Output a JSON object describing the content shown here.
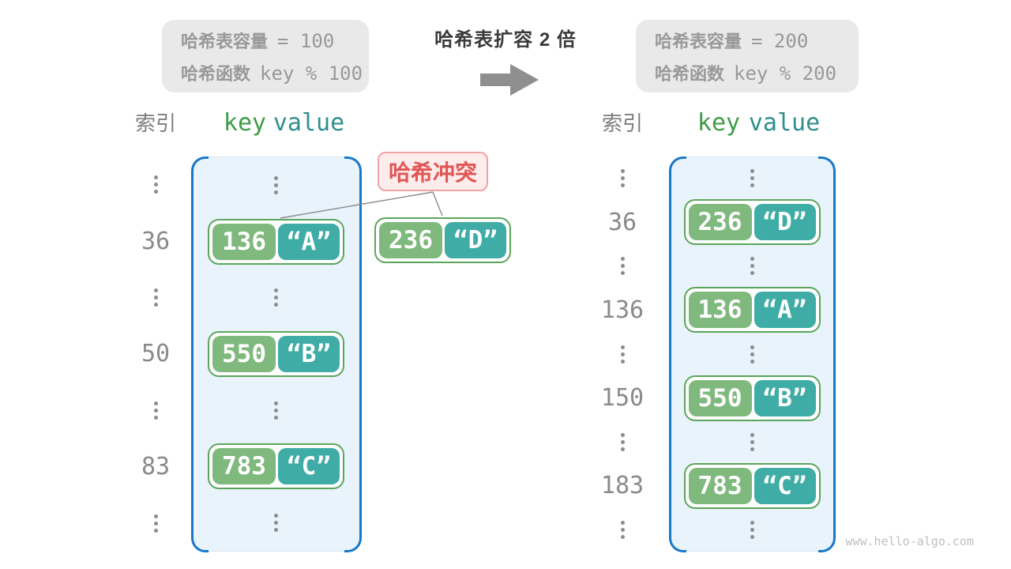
{
  "watermark": "www.hello-algo.com",
  "transition": {
    "title": "哈希表扩容 2 倍"
  },
  "info_before": {
    "capacity_label": "哈希表容量",
    "capacity_value": "= 100",
    "hash_label": "哈希函数",
    "hash_value": "key % 100"
  },
  "info_after": {
    "capacity_label": "哈希表容量",
    "capacity_value": "= 200",
    "hash_label": "哈希函数",
    "hash_value": "key % 200"
  },
  "collision": {
    "label": "哈希冲突"
  },
  "floating_pair": {
    "key": "236",
    "value": "“D”"
  },
  "left_column": {
    "header_index": "索引",
    "header_key": "key",
    "header_value": "value",
    "entries": [
      {
        "index": "36",
        "key": "136",
        "value": "“A”"
      },
      {
        "index": "50",
        "key": "550",
        "value": "“B”"
      },
      {
        "index": "83",
        "key": "783",
        "value": "“C”"
      }
    ]
  },
  "right_column": {
    "header_index": "索引",
    "header_key": "key",
    "header_value": "value",
    "entries": [
      {
        "index": "36",
        "key": "236",
        "value": "“D”"
      },
      {
        "index": "136",
        "key": "136",
        "value": "“A”"
      },
      {
        "index": "150",
        "key": "550",
        "value": "“B”"
      },
      {
        "index": "183",
        "key": "783",
        "value": "“C”"
      }
    ]
  },
  "colors": {
    "green": "#7fb97d",
    "teal": "#3faca6",
    "pair-border": "#5ba55b",
    "blue": "#1878c8",
    "cont-fill": "#e9f3fb",
    "cont-edge": "#d9e7f3",
    "graybox": "#e9e9e9",
    "gray-text": "#999999",
    "index-gray": "#8a8a8a",
    "red": "#e25555",
    "pink-fill": "#fdecec",
    "pink-border": "#f0a3a3",
    "title": "#3a3a3a",
    "arrow": "#8f8f8f",
    "key-header": "#3f9c47",
    "value-header": "#2f8f8c",
    "dot": "#8c8c8c",
    "line": "#8a8a8a",
    "watermark": "#bfbfbf"
  }
}
